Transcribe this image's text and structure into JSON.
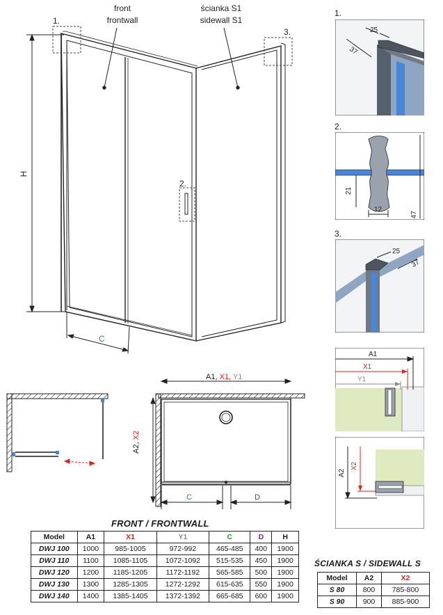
{
  "labels": {
    "front_pl": "front",
    "front_en": "frontwall",
    "side_pl": "ścianka S1",
    "side_en": "sidewall S1",
    "detail_1": "1.",
    "detail_2": "2.",
    "detail_3": "3.",
    "dim_h": "H",
    "dim_c": "C",
    "dim_d": "D",
    "dim_a1": "A1,",
    "dim_x1": " X1,",
    "dim_y1": " Y1",
    "dim_a2": "A2,",
    "dim_x2": " X2"
  },
  "detail1": {
    "d25": "25",
    "d37": "37"
  },
  "detail2": {
    "d21": "21",
    "d12": "12",
    "d47": "47"
  },
  "detail3": {
    "d25": "25",
    "d37": "37"
  },
  "detail4": {
    "a1": "A1",
    "x1": "X1",
    "y1": "Y1"
  },
  "detail5": {
    "a2": "A2",
    "x2": "X2"
  },
  "colors": {
    "x": "#d8271f",
    "y": "#8a8a8a",
    "c": "#2d9a3a",
    "d": "#7a2a8c",
    "glass": "#4a86d8",
    "wall": "#dfeac0"
  },
  "front_table": {
    "title": "FRONT / FRONTWALL",
    "headers": [
      "Model",
      "A1",
      "X1",
      "Y1",
      "C",
      "D",
      "H"
    ],
    "rows": [
      [
        "DWJ 100",
        "1000",
        "985-1005",
        "972-992",
        "465-485",
        "400",
        "1900"
      ],
      [
        "DWJ 110",
        "1100",
        "1085-1105",
        "1072-1092",
        "515-535",
        "450",
        "1900"
      ],
      [
        "DWJ 120",
        "1200",
        "1185-1205",
        "1172-1192",
        "565-585",
        "500",
        "1900"
      ],
      [
        "DWJ 130",
        "1300",
        "1285-1305",
        "1272-1292",
        "615-635",
        "550",
        "1900"
      ],
      [
        "DWJ 140",
        "1400",
        "1385-1405",
        "1372-1392",
        "665-685",
        "600",
        "1900"
      ]
    ]
  },
  "side_table": {
    "title": "ŚCIANKA S / SIDEWALL S",
    "headers": [
      "Model",
      "A2",
      "X2"
    ],
    "rows": [
      [
        "S 80",
        "800",
        "785-800"
      ],
      [
        "S 90",
        "900",
        "885-900"
      ]
    ]
  }
}
